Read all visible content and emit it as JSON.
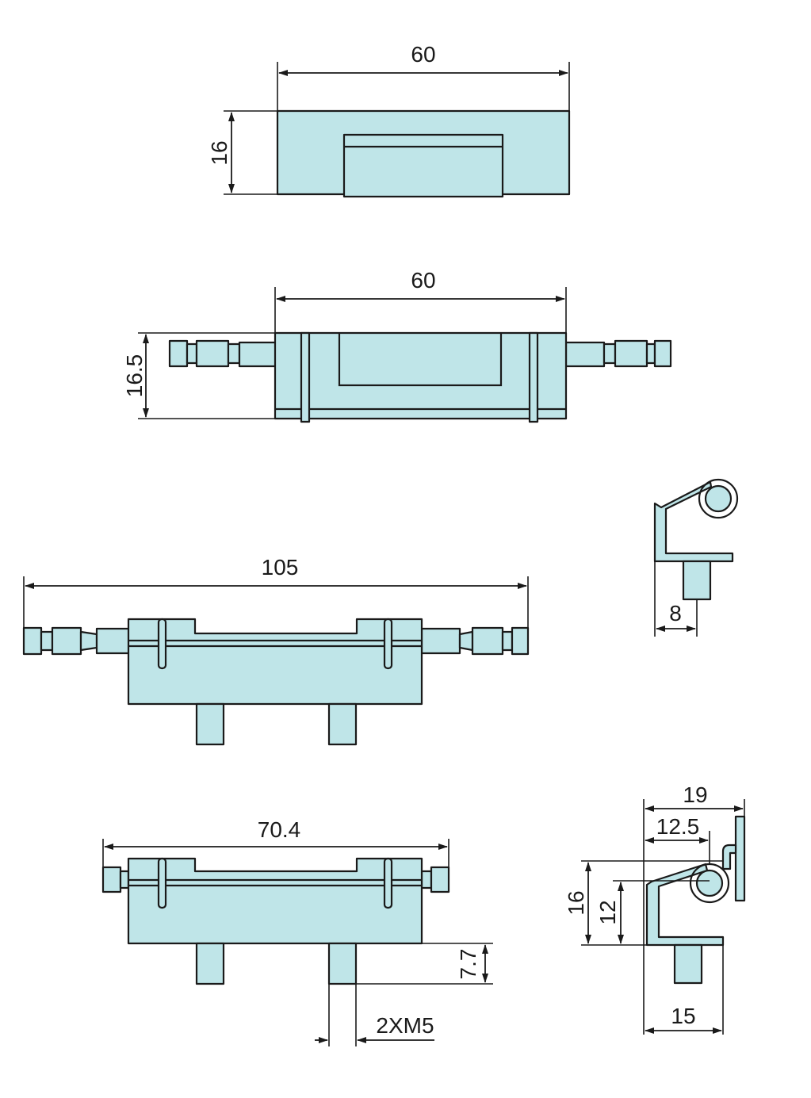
{
  "colors": {
    "part_fill": "#bfe5e8",
    "line": "#1a1a1a",
    "background": "#ffffff"
  },
  "views": {
    "top_view": {
      "width": "60",
      "height": "16"
    },
    "front_view": {
      "width": "60",
      "height": "16.5"
    },
    "side_view_a": {
      "offset": "8"
    },
    "long_view": {
      "length": "105"
    },
    "short_view": {
      "length": "70.4",
      "pin_length": "7.7",
      "thread": "2XM5"
    },
    "side_view_b": {
      "width": "19",
      "pivot": "12.5",
      "height": "16",
      "pivot_height": "12",
      "base": "15"
    }
  }
}
